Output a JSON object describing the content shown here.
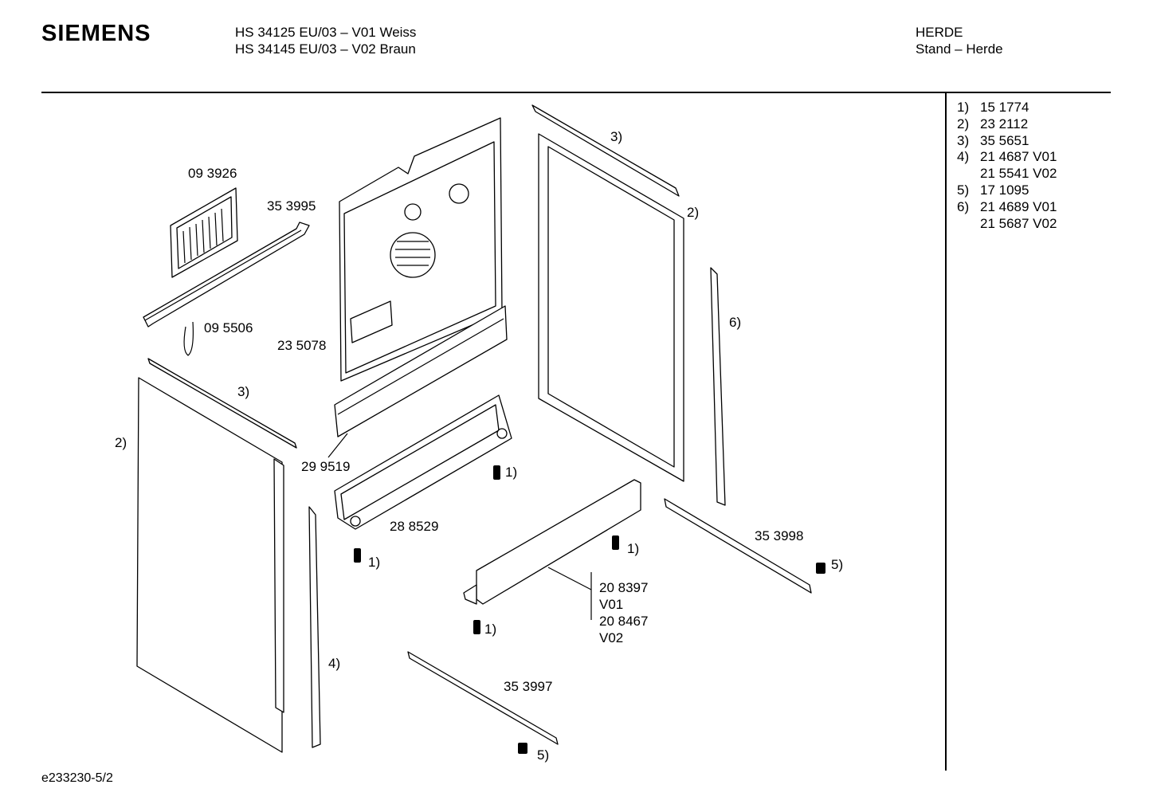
{
  "header": {
    "brand": "SIEMENS",
    "models": [
      "HS 34125 EU/03 – V01 Weiss",
      "HS 34145 EU/03 – V02 Braun"
    ],
    "category": [
      "HERDE",
      "Stand – Herde"
    ]
  },
  "legend": [
    {
      "key": "1)",
      "value": "15 1774"
    },
    {
      "key": "2)",
      "value": "23 2112"
    },
    {
      "key": "3)",
      "value": "35 5651"
    },
    {
      "key": "4)",
      "value": "21 4687 V01"
    },
    {
      "key": "",
      "value": "21 5541 V02"
    },
    {
      "key": "5)",
      "value": "17 1095"
    },
    {
      "key": "6)",
      "value": "21 4689 V01"
    },
    {
      "key": "",
      "value": "21 5687 V02"
    }
  ],
  "labels": {
    "l093926": "09 3926",
    "l353995": "35 3995",
    "l095506": "09 5506",
    "l235078": "23 5078",
    "l3_left": "3)",
    "l2_left": "2)",
    "l299519": "29 9519",
    "l1_a": "1)",
    "l288529": "28 8529",
    "l1_b": "1)",
    "l3_top": "3)",
    "l2_right": "2)",
    "l6": "6)",
    "l353998": "35 3998",
    "l5_right": "5)",
    "l1_c": "1)",
    "l1_d": "1)",
    "l208397": "20 8397",
    "lV01": "V01",
    "l208467": "20 8467",
    "lV02": "V02",
    "l4": "4)",
    "l353997": "35 3997",
    "l5_bottom": "5)"
  },
  "footer": "e233230-5/2"
}
